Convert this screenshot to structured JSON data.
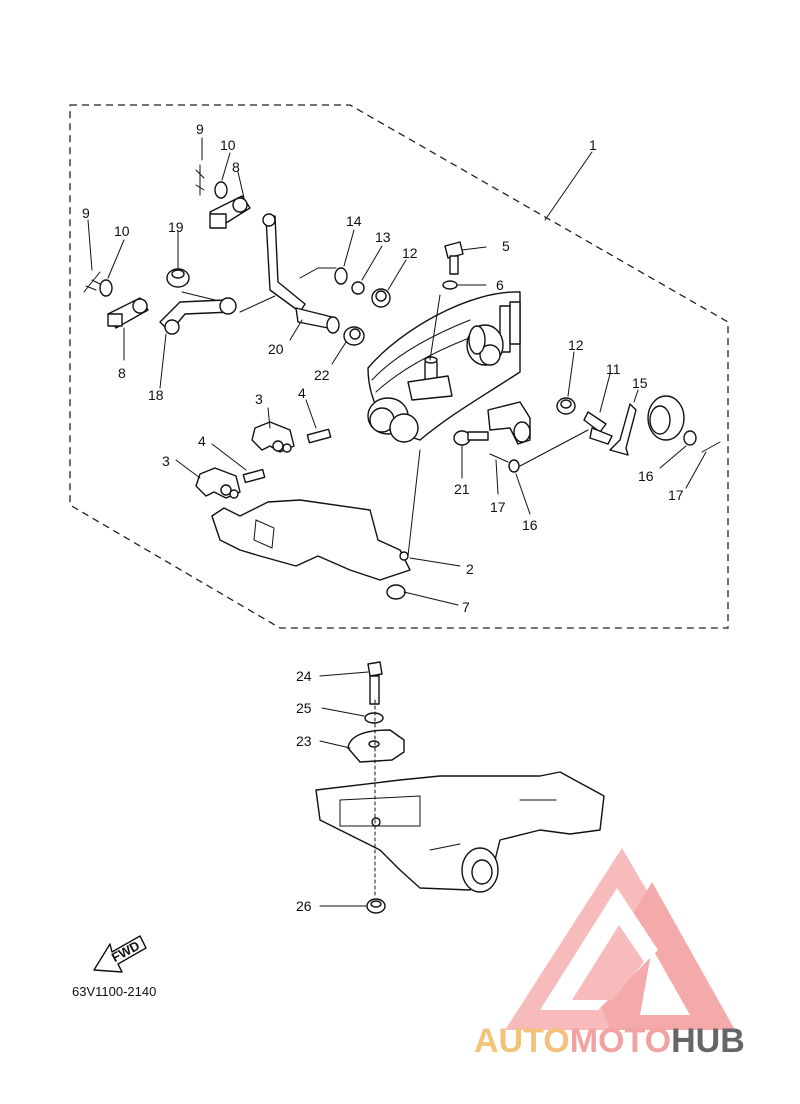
{
  "diagram": {
    "drawing_code": "63V1100-2140",
    "fwd_label": "FWD",
    "callouts": [
      "1",
      "2",
      "3",
      "3",
      "4",
      "4",
      "5",
      "6",
      "7",
      "8",
      "8",
      "9",
      "9",
      "10",
      "10",
      "11",
      "12",
      "12",
      "13",
      "14",
      "15",
      "16",
      "16",
      "17",
      "17",
      "18",
      "19",
      "20",
      "21",
      "22",
      "23",
      "24",
      "25",
      "26"
    ]
  },
  "watermark": {
    "part1": "AUTO",
    "part2": "MOTO",
    "part3": "HUB",
    "color_light": "#f4c27a",
    "color_mid": "#f2a2a2",
    "color_dark": "#666666"
  }
}
